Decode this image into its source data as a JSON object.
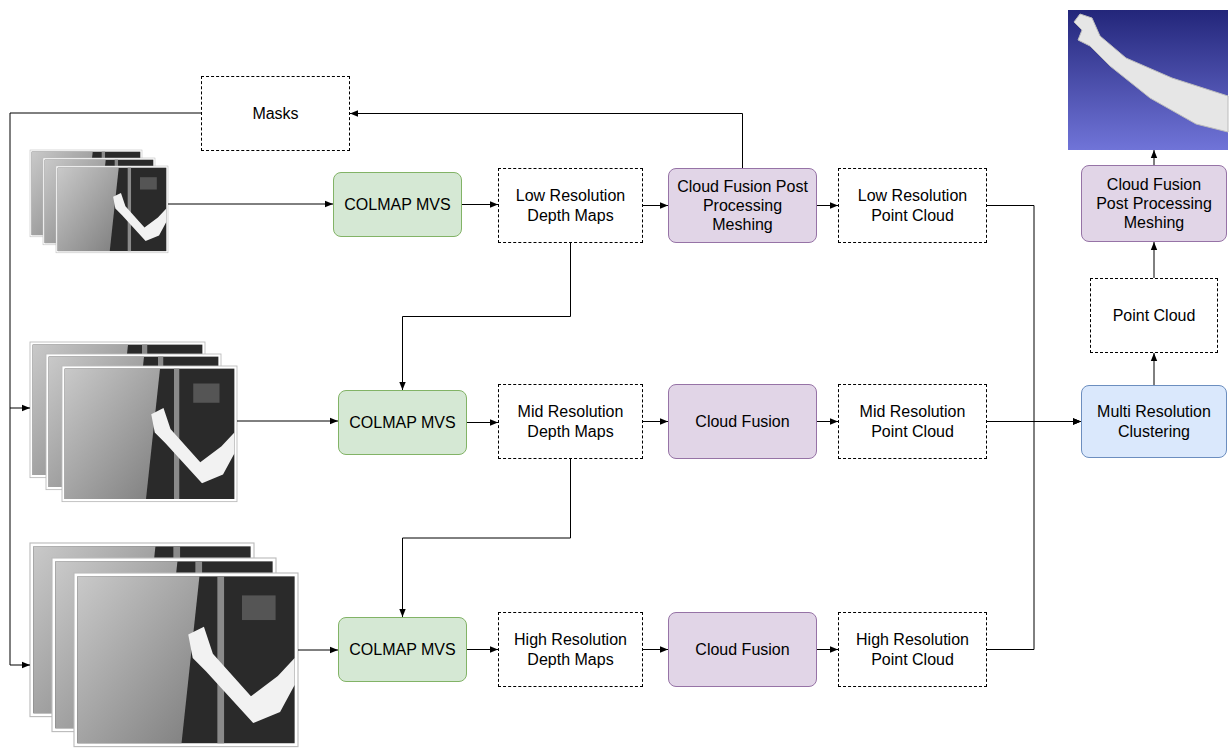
{
  "diagram": {
    "nodes": [
      {
        "text": [
          "Masks"
        ]
      },
      {
        "text": [
          "COLMAP MVS"
        ]
      },
      {
        "text": [
          "Low Resolution Depth Maps"
        ]
      },
      {
        "text": [
          "Cloud Fusion Post Processing Meshing"
        ]
      },
      {
        "text": [
          "Low Resolution Point Cloud"
        ]
      },
      {
        "text": [
          "COLMAP MVS"
        ]
      },
      {
        "text": [
          "Mid Resolution Depth Maps"
        ]
      },
      {
        "text": [
          "Cloud Fusion"
        ]
      },
      {
        "text": [
          "Mid Resolution Point Cloud"
        ]
      },
      {
        "text": [
          "COLMAP MVS"
        ]
      },
      {
        "text": [
          "High Resolution Depth Maps"
        ]
      },
      {
        "text": [
          "Cloud Fusion"
        ]
      },
      {
        "text": [
          "High Resolution Point Cloud"
        ]
      },
      {
        "text": [
          "Multi Resolution Clustering"
        ]
      },
      {
        "text": [
          "Point Cloud"
        ]
      },
      {
        "text": [
          "Cloud Fusion Post Processing Meshing"
        ]
      }
    ],
    "edges": [
      {
        "from": 1,
        "to": 2,
        "arrow": "to"
      },
      {
        "from": 2,
        "to": 3,
        "arrow": "to"
      },
      {
        "from": 3,
        "to": 4,
        "arrow": "to"
      },
      {
        "from": 3,
        "to": 0,
        "arrow": "to"
      },
      {
        "from": 2,
        "to": 5,
        "arrow": "to"
      },
      {
        "from": 5,
        "to": 6,
        "arrow": "to"
      },
      {
        "from": 6,
        "to": 7,
        "arrow": "to"
      },
      {
        "from": 7,
        "to": 8,
        "arrow": "to"
      },
      {
        "from": 6,
        "to": 9,
        "arrow": "to"
      },
      {
        "from": 9,
        "to": 10,
        "arrow": "to"
      },
      {
        "from": 10,
        "to": 11,
        "arrow": "to"
      },
      {
        "from": 11,
        "to": 12,
        "arrow": "to"
      },
      {
        "from": 4,
        "to": 13,
        "arrow": "to"
      },
      {
        "from": 8,
        "to": 13,
        "arrow": "to"
      },
      {
        "from": 12,
        "to": 13,
        "arrow": "to"
      },
      {
        "from": 13,
        "to": 14,
        "arrow": "to"
      },
      {
        "from": 14,
        "to": 15,
        "arrow": "to"
      }
    ]
  }
}
